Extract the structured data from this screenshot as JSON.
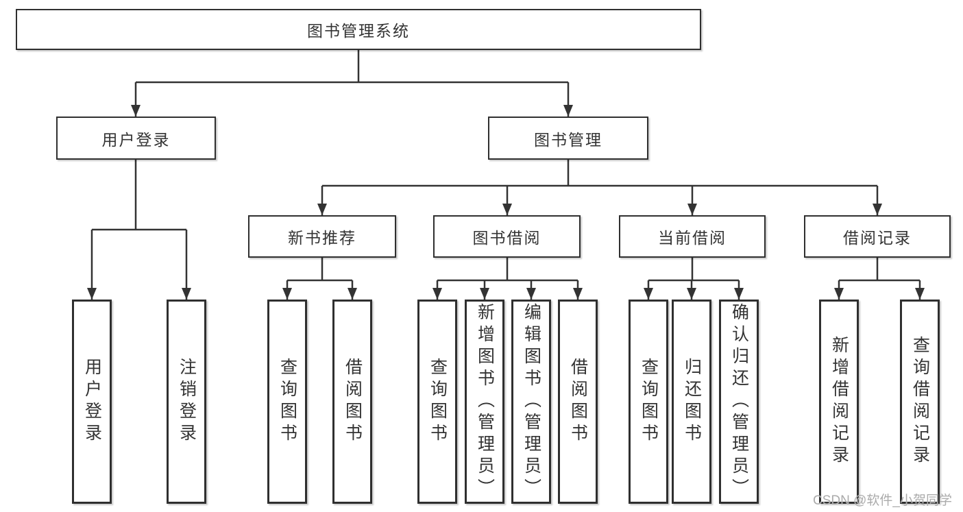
{
  "diagram": {
    "title": "图书管理系统",
    "nodes": {
      "root": "图书管理系统",
      "level2": [
        "用户登录",
        "图书管理"
      ],
      "level3": [
        "新书推荐",
        "图书借阅",
        "当前借阅",
        "借阅记录"
      ],
      "leaves": [
        "用户登录",
        "注销登录",
        "查询图书",
        "借阅图书",
        "查询图书",
        "新增图书（管理员）",
        "编辑图书（管理员）",
        "借阅图书",
        "查询图书",
        "归还图书",
        "确认归还（管理员）",
        "新增借阅记录",
        "查询借阅记录"
      ]
    },
    "colors": {
      "line": "#333333",
      "box_border": "#2f2f2f",
      "box_fill": "#ffffff",
      "text": "#333333",
      "watermark": "#ababab"
    },
    "watermark": {
      "text": "CSDN @软件_小贺同学"
    }
  }
}
